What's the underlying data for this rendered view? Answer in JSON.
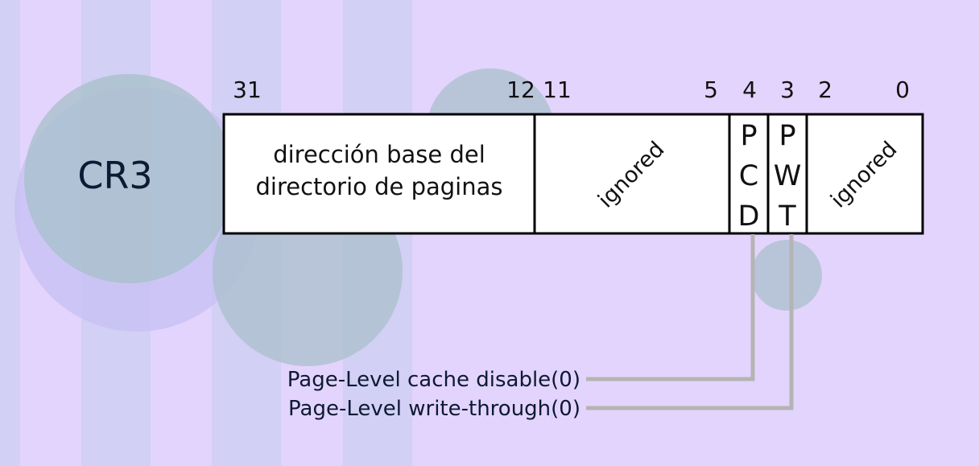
{
  "register_name": "CR3",
  "bit_labels": {
    "b31": "31",
    "b12": "12",
    "b11": "11",
    "b5": "5",
    "b4": "4",
    "b3": "3",
    "b2": "2",
    "b0": "0"
  },
  "fields": {
    "base_line1": "dirección base del",
    "base_line2": "directorio de paginas",
    "ignored_mid": "ignored",
    "pcd": [
      "P",
      "C",
      "D"
    ],
    "pwt": [
      "P",
      "W",
      "T"
    ],
    "ignored_low": "ignored"
  },
  "callouts": {
    "pcd": "Page-Level cache disable(0)",
    "pwt": "Page-Level write-through(0)"
  },
  "colors": {
    "background": "#e3d4fd",
    "stripe": "#d2d0f4",
    "circle": "#a9c0cc",
    "circle_purple": "#c7c0f4",
    "leader": "#b4b4b4",
    "text": "#0d1a33"
  }
}
